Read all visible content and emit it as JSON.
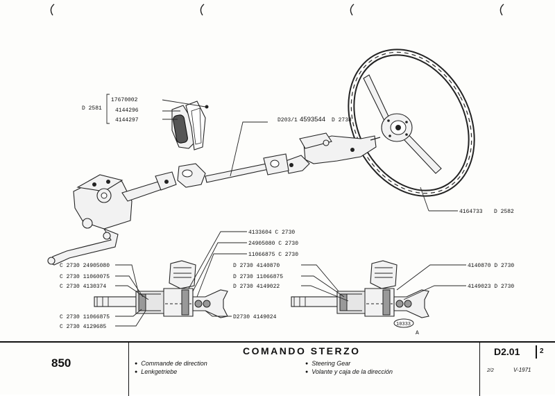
{
  "labels": {
    "l1": "17670002",
    "l2": "4144296",
    "l3": "4144297",
    "l4": "D 2581",
    "l5_prefix": "D203/1",
    "l5_main": "4593544",
    "l5_suffix": "D 2738",
    "l6": "4164733",
    "l6_suffix": "D 2582",
    "l7": "4133604  C 2730",
    "l8": "24905080  C 2730",
    "l9": "11066875  C 2730",
    "l10": "C 2730  24905080",
    "l11": "C 2730  11060075",
    "l12": "C 2730   4130374",
    "l13": "C 2730  11066875",
    "l14": "C 2730   4129685",
    "l15": "D 2730  4140870",
    "l16": "D 2730  11066875",
    "l17": "D 2730  4149022",
    "l18": "D2730   4149024",
    "l19": "4140870  D 2730",
    "l20": "4149023  D 2730",
    "l21_code": "10333",
    "l21_letter": "A"
  },
  "title_block": {
    "model": "850",
    "title": "COMANDO STERZO",
    "desc_fr": "Commande de direction",
    "desc_de": "Lenkgetriebe",
    "desc_en": "Steering Gear",
    "desc_es": "Volante y caja de la dirección",
    "code": "D2.01",
    "revision": "2",
    "page": "2/2",
    "date": "V-1971"
  }
}
